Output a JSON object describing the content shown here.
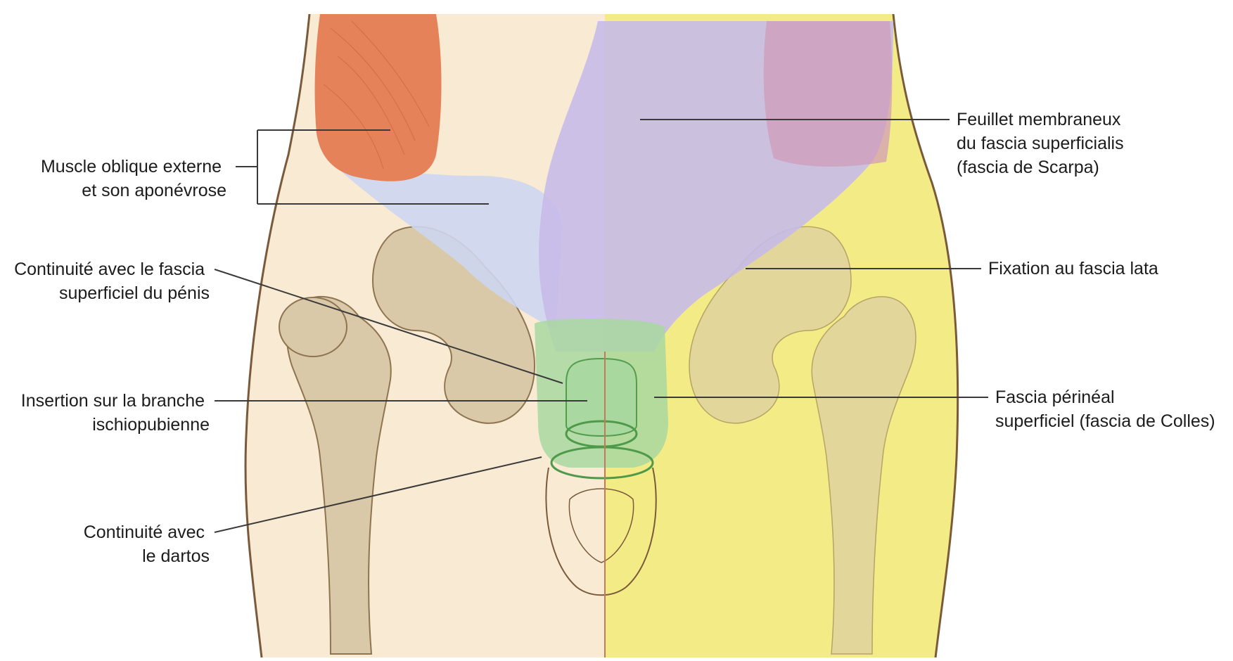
{
  "labels": {
    "muscle_oblique": [
      "Muscle oblique externe",
      "et son aponévrose"
    ],
    "continuite_penis": [
      "Continuité avec le fascia",
      "superficiel du pénis"
    ],
    "insertion_branche": [
      "Insertion sur la branche",
      "ischiopubienne"
    ],
    "continuite_dartos": [
      "Continuité avec",
      "le dartos"
    ],
    "feuillet_membraneux": [
      "Feuillet membraneux",
      "du fascia superficialis",
      "(fascia de Scarpa)"
    ],
    "fixation_fascia_lata": [
      "Fixation au fascia lata"
    ],
    "fascia_perineal": [
      "Fascia périnéal",
      "superficiel (fascia de Colles)"
    ]
  },
  "colors": {
    "skin": "#f8ead3",
    "skin_outline": "#7a5a3a",
    "bone": "#d9c9a8",
    "bone_shadow": "#8f7450",
    "muscle": "#e5825a",
    "aponeurosis": "#cdd6ef",
    "scarpa_fascia": "#c7bbe8",
    "fascia_lata": "#f3ec86",
    "colles_fascia": "#a9d8a0",
    "colles_outline": "#4f9a4a",
    "muscle_right": "#cf9ab8"
  }
}
